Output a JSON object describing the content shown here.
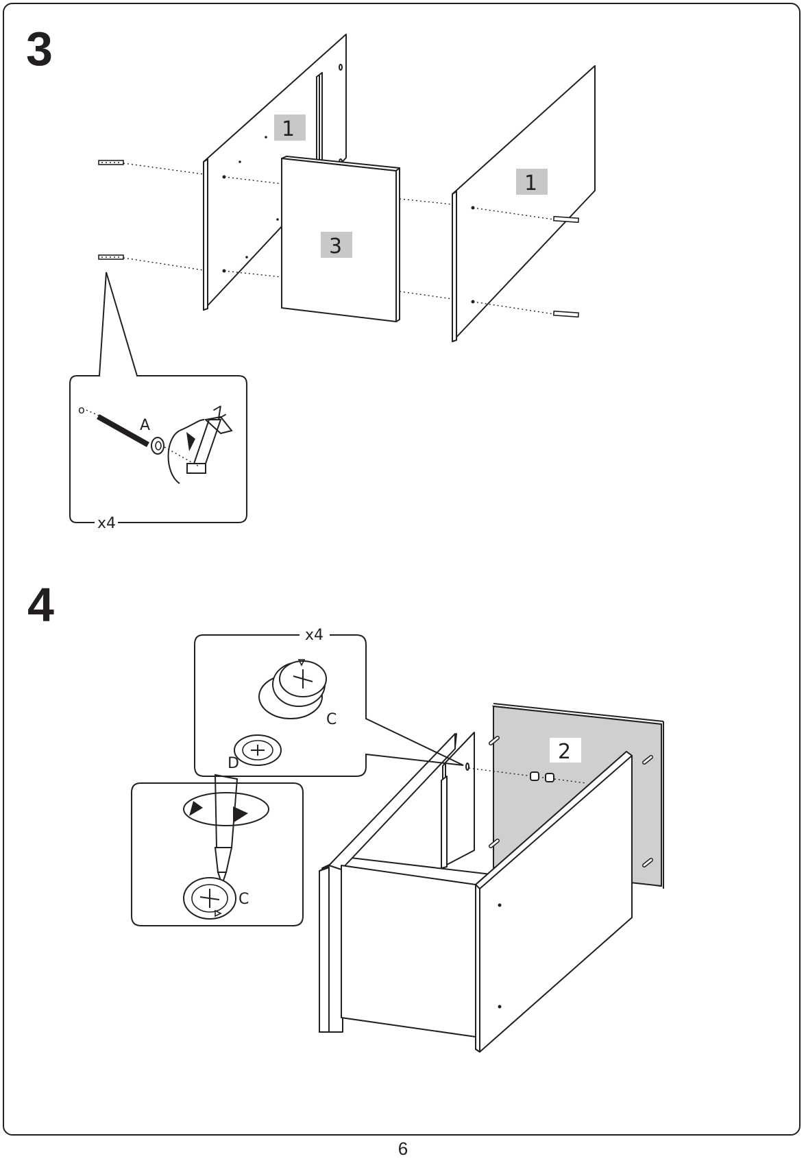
{
  "page": {
    "number": "6"
  },
  "step3": {
    "number": "3",
    "part_labels": [
      "1",
      "1",
      "3"
    ],
    "callout": {
      "screw_label": "A",
      "tool_label": "Z",
      "quantity": "x4"
    }
  },
  "step4": {
    "number": "4",
    "part_label": "2",
    "callout_top": {
      "quantity": "x4",
      "cam_label": "C",
      "disc_label": "D"
    },
    "callout_bottom": {
      "cam_label": "C"
    }
  },
  "colors": {
    "line": "#231f20",
    "panel_gray": "#cfcfcf",
    "tag_gray": "#c8c8c8"
  }
}
